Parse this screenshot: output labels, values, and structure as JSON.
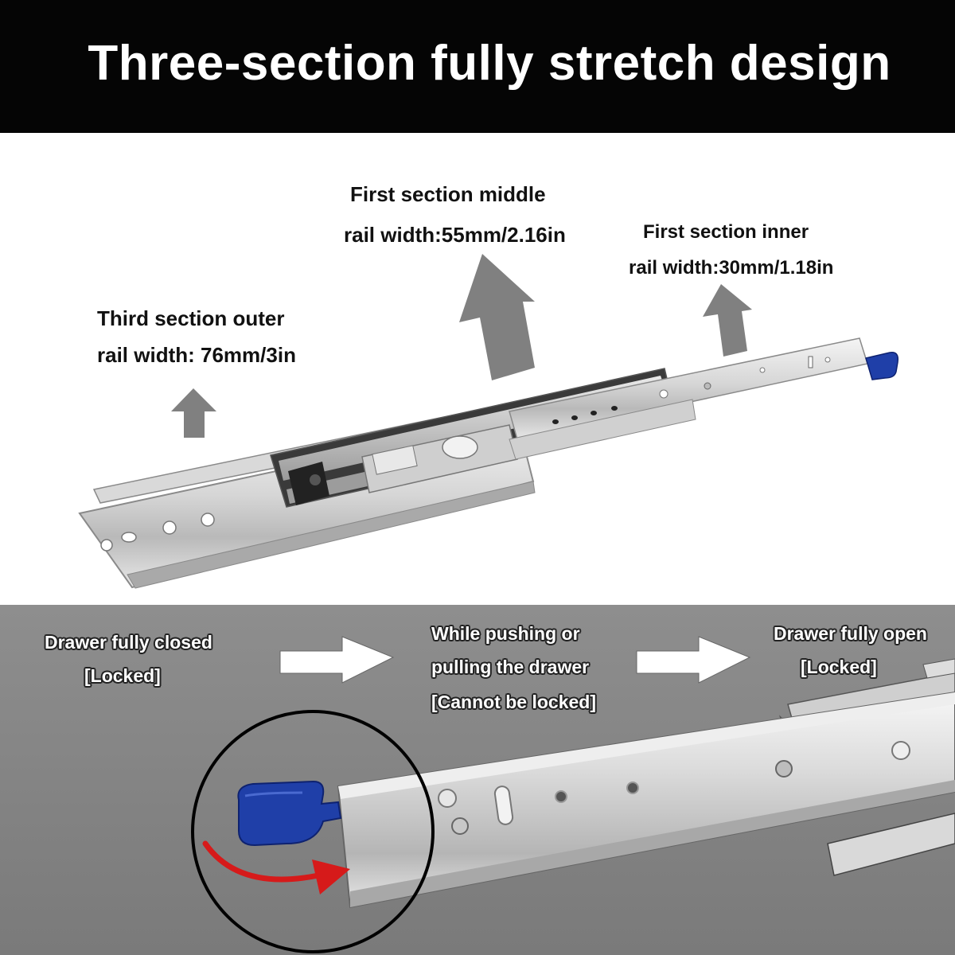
{
  "header": {
    "title": "Three-section fully stretch design"
  },
  "callouts": {
    "outer": {
      "line1": "Third section outer",
      "line2": "rail width: 76mm/3in"
    },
    "middle": {
      "line1": "First section middle",
      "line2": "rail width:55mm/2.16in"
    },
    "inner": {
      "line1": "First section inner",
      "line2": "rail width:30mm/1.18in"
    }
  },
  "steps": {
    "closed": {
      "line1": "Drawer fully closed",
      "line2": "[Locked]"
    },
    "moving": {
      "line1": "While pushing or",
      "line2": "pulling the drawer",
      "line3": "[Cannot be locked]"
    },
    "open": {
      "line1": "Drawer fully open",
      "line2": "[Locked]"
    }
  },
  "colors": {
    "header_bg": "#050505",
    "arrow_gray": "#808080",
    "lever_blue": "#1f3fa8",
    "rotation_arrow": "#d61a1a"
  },
  "icons": [
    "up-arrow-icon",
    "right-arrow-icon",
    "curved-arrow-icon",
    "lock-lever-icon"
  ]
}
